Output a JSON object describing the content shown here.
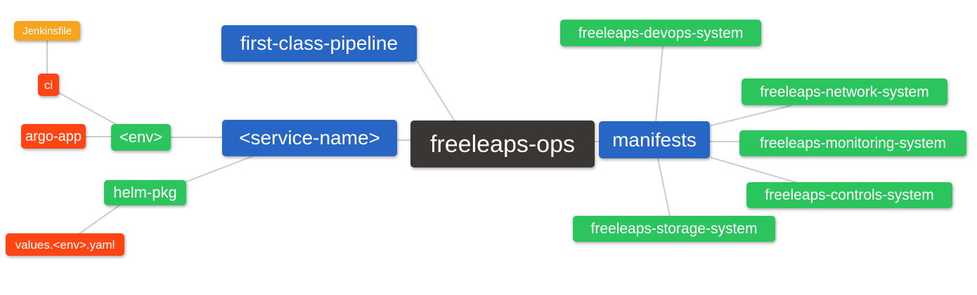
{
  "diagram": {
    "title": "freeleaps-ops mind map",
    "background_color": "#ffffff",
    "edge_color": "#cccccc",
    "colors": {
      "root": "#3a3633",
      "branch_blue": "#2866c6",
      "leaf_green": "#2cc55d",
      "leaf_red": "#ff4514",
      "leaf_orange": "#f8a41f",
      "text": "#ffffff"
    },
    "nodes": {
      "root": {
        "label": "freeleaps-ops"
      },
      "first_class_pipeline": {
        "label": "first-class-pipeline"
      },
      "service_name": {
        "label": "<service-name>"
      },
      "manifests": {
        "label": "manifests"
      },
      "env": {
        "label": "<env>"
      },
      "helm_pkg": {
        "label": "helm-pkg"
      },
      "ci": {
        "label": "ci"
      },
      "argo_app": {
        "label": "argo-app"
      },
      "jenkinsfile": {
        "label": "Jenkinsfile"
      },
      "values_env_yaml": {
        "label": "values.<env>.yaml"
      },
      "devops_system": {
        "label": "freeleaps-devops-system"
      },
      "network_system": {
        "label": "freeleaps-network-system"
      },
      "monitoring_system": {
        "label": "freeleaps-monitoring-system"
      },
      "controls_system": {
        "label": "freeleaps-controls-system"
      },
      "storage_system": {
        "label": "freeleaps-storage-system"
      }
    },
    "edges": [
      "jenkinsfile-ci",
      "ci-env",
      "argo_app-env",
      "env-service_name",
      "service_name-helm_pkg",
      "helm_pkg-values_env_yaml",
      "first_class_pipeline-root",
      "service_name-root",
      "root-manifests",
      "manifests-devops_system",
      "manifests-network_system",
      "manifests-monitoring_system",
      "manifests-controls_system",
      "manifests-storage_system"
    ]
  }
}
